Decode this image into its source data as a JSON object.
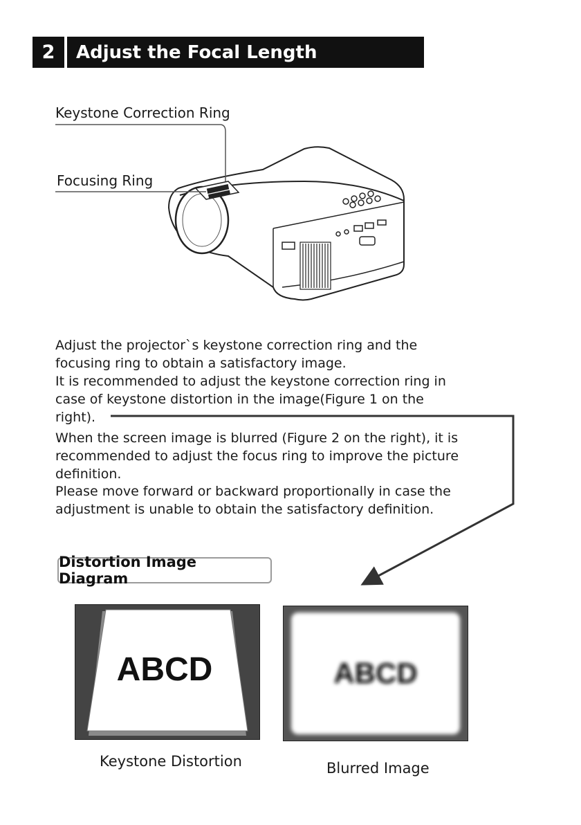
{
  "header": {
    "step_number": "2",
    "title": "Adjust the Focal Length"
  },
  "illustration": {
    "callout_keystone": "Keystone Correction Ring",
    "callout_focus": "Focusing Ring"
  },
  "body": {
    "paragraph_1": "Adjust the projector`s keystone correction ring and the focusing ring to obtain a satisfactory image.",
    "paragraph_2": "It is recommended to adjust the keystone correction ring in case of keystone distortion in the image(Figure 1 on the right).",
    "paragraph_3": "When the screen image is blurred (Figure 2 on the right), it is recommended to adjust the focus ring to improve the picture definition.",
    "paragraph_4": "Please move forward or backward proportionally in case the adjustment is unable to obtain the satisfactory definition."
  },
  "diagram": {
    "label": "Distortion Image Diagram",
    "figures": [
      {
        "screen_text": "ABCD",
        "caption": "Keystone Distortion"
      },
      {
        "screen_text": "ABCD",
        "caption": "Blurred Image"
      }
    ]
  }
}
